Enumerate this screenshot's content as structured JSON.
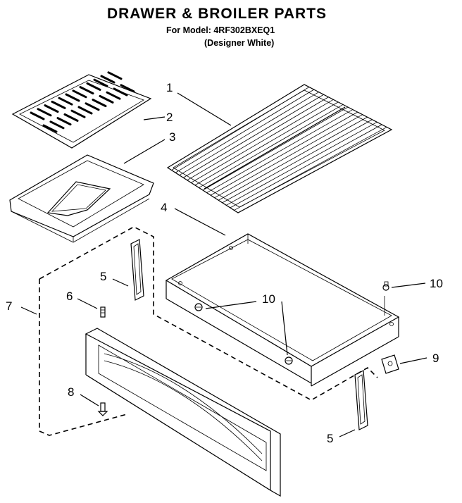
{
  "header": {
    "title": "DRAWER & BROILER PARTS",
    "model_line": "For Model: 4RF302BXEQ1",
    "variant_line": "(Designer White)"
  },
  "callouts": {
    "c1": "1",
    "c2": "2",
    "c3": "3",
    "c4": "4",
    "c5a": "5",
    "c5b": "5",
    "c6": "6",
    "c7": "7",
    "c8": "8",
    "c9": "9",
    "c10a": "10",
    "c10b": "10"
  }
}
